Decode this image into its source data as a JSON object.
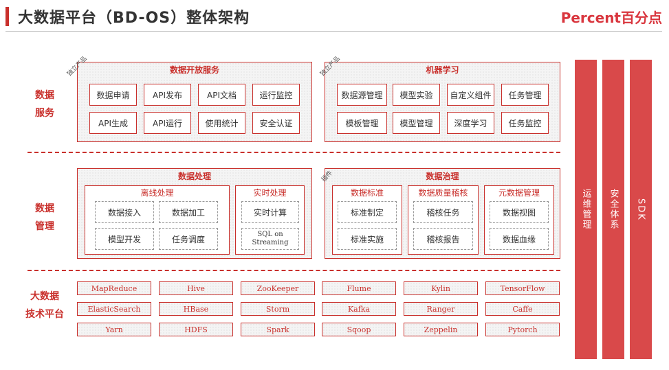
{
  "header": {
    "title": "大数据平台（BD-OS）整体架构",
    "logo": "Percent百分点"
  },
  "rows": {
    "service": [
      "数据",
      "服务"
    ],
    "management": [
      "数据",
      "管理"
    ],
    "tech": [
      "大数据",
      "技术平台"
    ]
  },
  "data_open_service": {
    "tag": "独立产品",
    "title": "数据开放服务",
    "items": [
      "数据申请",
      "API发布",
      "API文档",
      "运行监控",
      "API生成",
      "API运行",
      "使用统计",
      "安全认证"
    ]
  },
  "machine_learning": {
    "tag": "独立产品",
    "title": "机器学习",
    "items": [
      "数据源管理",
      "模型实验",
      "自定义组件",
      "任务管理",
      "模板管理",
      "模型管理",
      "深度学习",
      "任务监控"
    ]
  },
  "data_processing": {
    "title": "数据处理",
    "offline": {
      "title": "离线处理",
      "items": [
        "数据接入",
        "数据加工",
        "模型开发",
        "任务调度"
      ]
    },
    "realtime": {
      "title": "实时处理",
      "items": [
        "实时计算",
        "SQL on Streaming"
      ]
    }
  },
  "data_governance": {
    "tag": "插件",
    "title": "数据治理",
    "standard": {
      "title": "数据标准",
      "items": [
        "标准制定",
        "标准实施"
      ]
    },
    "quality": {
      "title": "数据质量稽核",
      "items": [
        "稽核任务",
        "稽核报告"
      ]
    },
    "metadata": {
      "title": "元数据管理",
      "items": [
        "数据视图",
        "数据血缘"
      ]
    }
  },
  "tech_platform": [
    "MapReduce",
    "Hive",
    "ZooKeeper",
    "Flume",
    "Kylin",
    "TensorFlow",
    "ElasticSearch",
    "HBase",
    "Storm",
    "Kafka",
    "Ranger",
    "Caffe",
    "Yarn",
    "HDFS",
    "Spark",
    "Sqoop",
    "Zeppelin",
    "Pytorch"
  ],
  "side_bars": [
    "运维管理",
    "安全体系",
    "SDK"
  ]
}
